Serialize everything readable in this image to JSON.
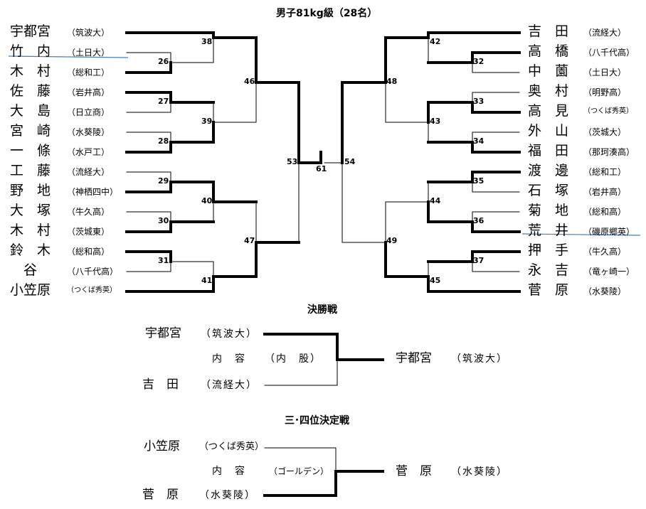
{
  "title": "男子81kg級（28名）",
  "left": [
    {
      "name": "宇都宮",
      "school": "（筑波大）",
      "win": true
    },
    {
      "name": "竹　内",
      "school": "（土日大）",
      "win": false,
      "strike": true
    },
    {
      "name": "木　村",
      "school": "（総和工）",
      "win": true
    },
    {
      "name": "佐　藤",
      "school": "（岩井高）",
      "win": true
    },
    {
      "name": "大　島",
      "school": "（日立商）",
      "win": false
    },
    {
      "name": "宮　崎",
      "school": "（水葵陵）",
      "win": false
    },
    {
      "name": "一　條",
      "school": "（水戸工）",
      "win": true
    },
    {
      "name": "工　藤",
      "school": "（流経大）",
      "win": false
    },
    {
      "name": "野　地",
      "school": "（神栖四中）",
      "win": true
    },
    {
      "name": "大　塚",
      "school": "（牛久高）",
      "win": false
    },
    {
      "name": "木　村",
      "school": "（茨城東）",
      "win": true
    },
    {
      "name": "鈴　木",
      "school": "（総和高）",
      "win": true
    },
    {
      "name": "　谷",
      "school": "（八千代高）",
      "win": false
    },
    {
      "name": "小笠原",
      "school": "（つくば秀英）",
      "win": true
    }
  ],
  "right": [
    {
      "name": "吉　田",
      "school": "（流経大）",
      "win": true
    },
    {
      "name": "高　橋",
      "school": "（八千代高）",
      "win": true
    },
    {
      "name": "中　薗",
      "school": "（土日大）",
      "win": false
    },
    {
      "name": "奥　村",
      "school": "（明野高）",
      "win": false
    },
    {
      "name": "高　見",
      "school": "（つくば秀英）",
      "win": true
    },
    {
      "name": "外　山",
      "school": "（茨城大）",
      "win": false
    },
    {
      "name": "福　田",
      "school": "（那珂湊高）",
      "win": true
    },
    {
      "name": "渡　邊",
      "school": "（総和工）",
      "win": true
    },
    {
      "name": "石　塚",
      "school": "（岩井高）",
      "win": false
    },
    {
      "name": "菊　地",
      "school": "（総和高）",
      "win": false
    },
    {
      "name": "荒　井",
      "school": "（磯原郷英）",
      "win": true,
      "strike": true
    },
    {
      "name": "押　手",
      "school": "（牛久高）",
      "win": true
    },
    {
      "name": "永　吉",
      "school": "（竜ヶ崎一）",
      "win": false
    },
    {
      "name": "菅　原",
      "school": "（水葵陵）",
      "win": true
    }
  ],
  "match_numbers": {
    "left_r1": [
      "26",
      "27",
      "28",
      "29",
      "30",
      "31"
    ],
    "left_r2": [
      "38",
      "39",
      "40",
      "41"
    ],
    "left_r3": [
      "46",
      "47"
    ],
    "left_semi": "53",
    "right_r1": [
      "32",
      "33",
      "34",
      "35",
      "36",
      "37"
    ],
    "right_r2": [
      "42",
      "43",
      "44",
      "45"
    ],
    "right_r3": [
      "48",
      "49"
    ],
    "right_semi": "54",
    "final": "61"
  },
  "final_section": {
    "title": "決勝戦",
    "top_name": "宇都宮",
    "top_school": "（筑波大）",
    "bottom_name": "吉　田",
    "bottom_school": "（流経大）",
    "detail_label": "内　容",
    "detail_value": "（内　股）",
    "winner_name": "宇都宮",
    "winner_school": "（筑波大）"
  },
  "third_section": {
    "title": "三･四位決定戦",
    "top_name": "小笠原",
    "top_school": "（つくば秀英）",
    "bottom_name": "菅　原",
    "bottom_school": "（水葵陵）",
    "detail_label": "内　容",
    "detail_value": "（ゴールデン）",
    "winner_name": "菅　原",
    "winner_school": "（水葵陵）"
  }
}
